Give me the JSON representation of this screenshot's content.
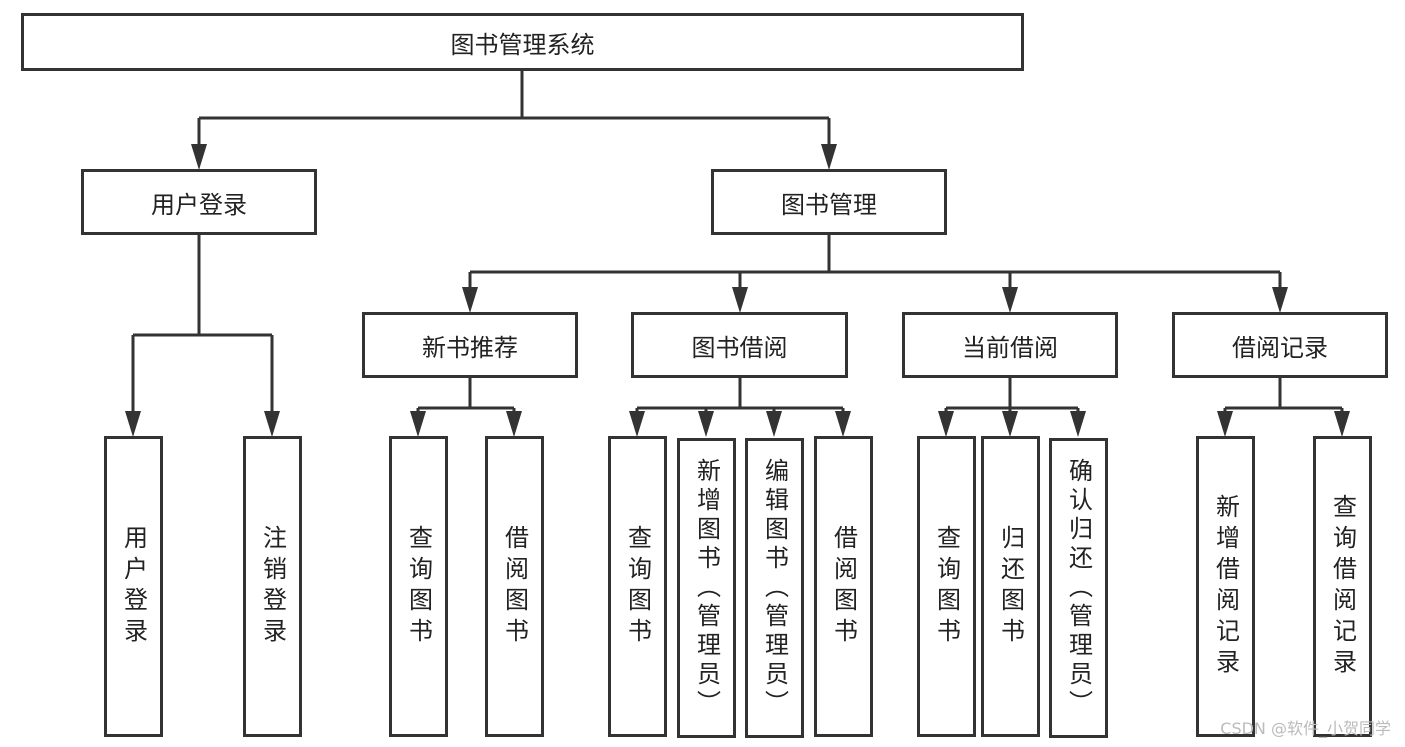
{
  "root": {
    "id": "root",
    "label": "图书管理系统"
  },
  "level1": [
    {
      "id": "user",
      "label": "用户登录",
      "children": [
        {
          "label": "用户登录"
        },
        {
          "label": "注销登录"
        }
      ]
    },
    {
      "id": "books",
      "label": "图书管理",
      "children": []
    }
  ],
  "level2": [
    {
      "id": "new",
      "label": "新书推荐",
      "children": [
        {
          "label": "查询图书"
        },
        {
          "label": "借阅图书"
        }
      ]
    },
    {
      "id": "borrow",
      "label": "图书借阅",
      "children": [
        {
          "label": "查询图书"
        },
        {
          "label": "新增图书（管理员）"
        },
        {
          "label": "编辑图书（管理员）"
        },
        {
          "label": "借阅图书"
        }
      ]
    },
    {
      "id": "current",
      "label": "当前借阅",
      "children": [
        {
          "label": "查询图书"
        },
        {
          "label": "归还图书"
        },
        {
          "label": "确认归还（管理员）"
        }
      ]
    },
    {
      "id": "records",
      "label": "借阅记录",
      "children": [
        {
          "label": "新增借阅记录"
        },
        {
          "label": "查询借阅记录"
        }
      ]
    }
  ],
  "watermark": "CSDN @软件_小贺同学",
  "colors": {
    "stroke": "#333333",
    "background": "#ffffff"
  }
}
